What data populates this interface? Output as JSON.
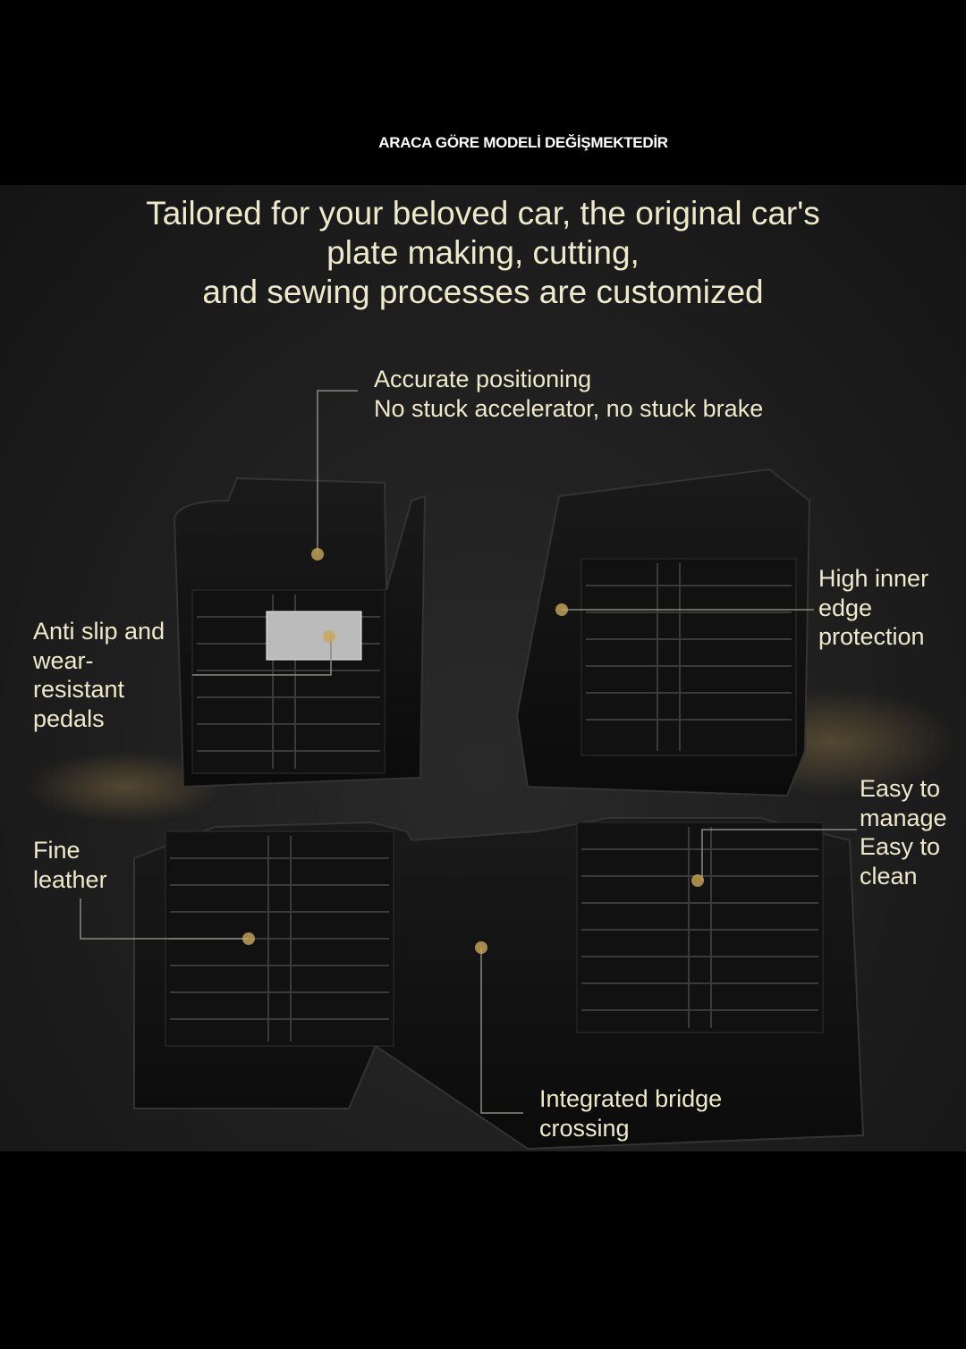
{
  "notice": "ARACA GÖRE MODELİ DEĞİŞMEKTEDİR",
  "headline": [
    "Tailored for your beloved car, the original car's",
    "plate making, cutting,",
    "and sewing processes are customized"
  ],
  "callouts": {
    "positioning": [
      "Accurate positioning",
      "No stuck accelerator, no stuck brake"
    ],
    "pedals": [
      "Anti slip and",
      "wear-",
      "resistant",
      "pedals"
    ],
    "edge": [
      "High inner",
      "edge",
      "protection"
    ],
    "manage": [
      "Easy to",
      "manage",
      "Easy to",
      "clean"
    ],
    "leather": [
      "Fine",
      "leather"
    ],
    "bridge": [
      "Integrated bridge",
      "crossing"
    ]
  },
  "colors": {
    "text": "#efe9cc",
    "panel": "#1e1e1e",
    "accent": "#c9a75a"
  }
}
